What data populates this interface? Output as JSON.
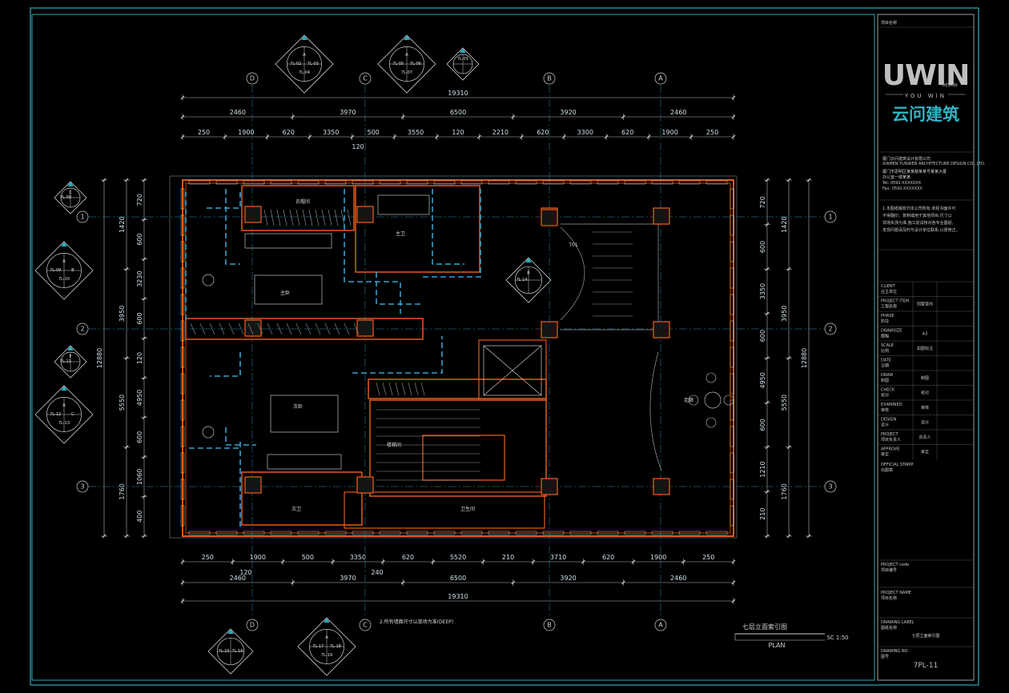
{
  "drawing": {
    "project_no_label": "项目名称",
    "scale_note": "SC 1:50",
    "plan_title": "七层立面索引图",
    "plan_label": "PLAN",
    "center_note": "2.所有墙面尺寸以现场为准(DEEP)",
    "sheet_no": "7PL-11",
    "colors": {
      "frame": "#2fa9b8",
      "wall": "#e25a1a",
      "duct": "#3aa0c8",
      "line": "#b8b8b8"
    }
  },
  "titleblock": {
    "brand_en": "UWIN",
    "brand_sub": "DESIGN",
    "brand_you": "YOU WIN",
    "brand_cn": "云问建筑",
    "company_cn": "厦门云问建筑设计有限公司",
    "company_en": "XIAMEN YUNWEN ARCHITECTURE DESIGN CO., LTD.",
    "address": [
      "厦门市思明区某某路某某号某某大厦",
      "办公室一楼某某",
      "Tel: 0592-XXXXXXX",
      "Fax: 0592-XXXXXXX"
    ],
    "notes": [
      "1.本图纸版权归本公司所有,未经书面许可",
      "不得翻印、复制或用于其他项目;尺寸以",
      "现场实测为准,施工前请核对各专业图纸,",
      "发现问题请及时与设计单位联系,以便修正。"
    ],
    "fields": [
      {
        "en": "CLIENT",
        "cn": "业主单位",
        "value": ""
      },
      {
        "en": "PROJECT ITEM",
        "cn": "工程名称",
        "value": "别墅室内"
      },
      {
        "en": "PHASE",
        "cn": "阶段",
        "value": ""
      },
      {
        "en": "DRAWSIZE",
        "cn": "图幅",
        "value": "A3"
      },
      {
        "en": "SCALE",
        "cn": "比例",
        "value": "如图标注"
      },
      {
        "en": "DATE",
        "cn": "日期",
        "value": ""
      },
      {
        "en": "DRAW",
        "cn": "制图",
        "value": "制图"
      },
      {
        "en": "CHECK",
        "cn": "校对",
        "value": "校对"
      },
      {
        "en": "EXAMINED",
        "cn": "审核",
        "value": "审核"
      },
      {
        "en": "DESIGN",
        "cn": "设计",
        "value": "设计"
      },
      {
        "en": "PROJECT",
        "cn": "项目负责人",
        "value": "负责人"
      },
      {
        "en": "APPROVE",
        "cn": "审定",
        "value": "审定"
      }
    ],
    "stamp_en": "OFFICIAL STAMP",
    "stamp_cn": "出图章",
    "sheet_title_en": "DRAWING LABEL",
    "sheet_title_cn": "图纸名称",
    "sheet_title_value": "七层立面索引图",
    "project_code_en": "PROJECT code",
    "project_code_cn": "项目编号",
    "project_name_en": "PROJECT NAME",
    "project_name_cn": "项目名称",
    "sheet_no_en": "DRAWING NO.",
    "sheet_no_cn": "图号"
  },
  "axes": {
    "columns": [
      "D",
      "C",
      "B",
      "A"
    ],
    "rows": [
      "1",
      "2",
      "3"
    ]
  },
  "dimensions": {
    "top_total": "19310",
    "top_row1": [
      "2460",
      "3970",
      "6500",
      "3920",
      "2460"
    ],
    "top_row2": [
      "250",
      "1900",
      "620",
      "3350",
      "500",
      "3550",
      "120",
      "2210",
      "620",
      "3300",
      "620",
      "1900",
      "250"
    ],
    "top_small": "120",
    "bottom_row1": [
      "250",
      "1900",
      "500",
      "3350",
      "620",
      "5520",
      "210",
      "3710",
      "620",
      "1900",
      "250"
    ],
    "bottom_small": [
      "120",
      "240"
    ],
    "bottom_row2": [
      "2460",
      "3970",
      "6500",
      "3920",
      "2460"
    ],
    "bottom_total": "19310",
    "left_outer": [
      "1420",
      "3950",
      "5550",
      "1760"
    ],
    "left_inner": [
      "720",
      "600",
      "3230",
      "600",
      "120",
      "4950",
      "600",
      "1060",
      "400"
    ],
    "left_total": "12880",
    "right_outer": [
      "1420",
      "3950",
      "5550",
      "1760"
    ],
    "right_inner": [
      "720",
      "600",
      "3350",
      "600",
      "4950",
      "600",
      "1210",
      "210"
    ],
    "right_total": "12880"
  },
  "rooms": [
    {
      "name": "衣帽间"
    },
    {
      "name": "主卫"
    },
    {
      "name": "主卧"
    },
    {
      "name": "次卧"
    },
    {
      "name": "次卫"
    },
    {
      "name": "楼梯间"
    },
    {
      "name": "卫生间"
    },
    {
      "name": "走廊"
    },
    {
      "name": "T01"
    }
  ],
  "index_markers": [
    {
      "top": "A",
      "left": "7L-02",
      "right": "7L-03",
      "bottom": "7L-04"
    },
    {
      "top": "A",
      "left": "7L-05",
      "right": "7L-06",
      "bottom": "7L-07"
    },
    {
      "top": "7L-01",
      "left": "",
      "right": "",
      "bottom": ""
    },
    {
      "top": "C",
      "left": "7L-08",
      "right": "",
      "bottom": ""
    },
    {
      "top": "A",
      "left": "7L-09",
      "right": "B",
      "bottom": "7L-10"
    },
    {
      "top": "F",
      "left": "7L-11",
      "right": "",
      "bottom": ""
    },
    {
      "top": "A",
      "left": "7L-12",
      "right": "C",
      "bottom": "7L-13"
    },
    {
      "top": "B",
      "left": "7L-14",
      "right": "",
      "bottom": ""
    },
    {
      "top": "",
      "left": "7L-15",
      "right": "7L-16",
      "bottom": ""
    },
    {
      "top": "A",
      "left": "7L-17",
      "right": "7L-18",
      "bottom": "7L-19"
    }
  ]
}
